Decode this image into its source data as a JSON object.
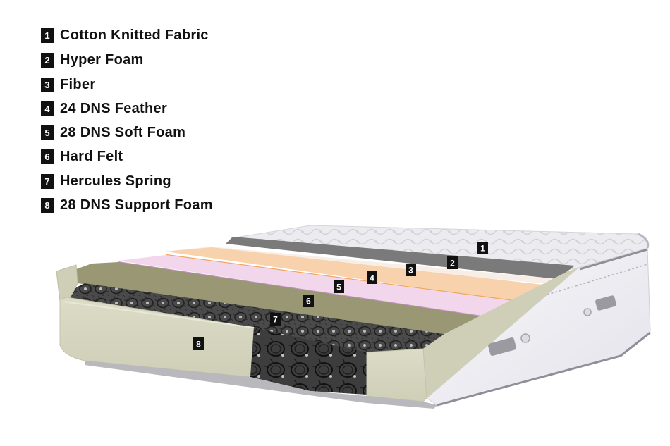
{
  "legend": {
    "items": [
      {
        "num": "1",
        "label": "Cotton Knitted Fabric"
      },
      {
        "num": "2",
        "label": "Hyper Foam"
      },
      {
        "num": "3",
        "label": "Fiber"
      },
      {
        "num": "4",
        "label": "24 DNS Feather"
      },
      {
        "num": "5",
        "label": "28 DNS Soft Foam"
      },
      {
        "num": "6",
        "label": "Hard Felt"
      },
      {
        "num": "7",
        "label": "Hercules Spring"
      },
      {
        "num": "8",
        "label": "28 DNS Support Foam"
      }
    ]
  },
  "markers": [
    "1",
    "2",
    "3",
    "4",
    "5",
    "6",
    "7",
    "8"
  ],
  "colors": {
    "fabric": "#ecebef",
    "hyper_foam": "#7a7a7a",
    "fiber": "#f7efe7",
    "feather": "#f7d2ac",
    "soft_foam": "#f2d7ec",
    "hard_felt": "#9a9775",
    "spring_bed": "#4a4a4a",
    "support_foam": "#d8d8c2",
    "side_panel": "#f2f1f6",
    "handle": "#9a9aa0"
  }
}
